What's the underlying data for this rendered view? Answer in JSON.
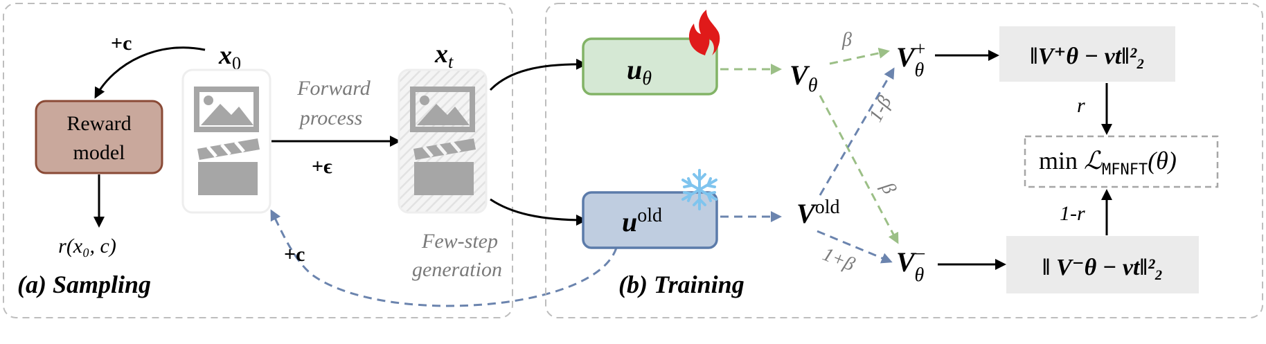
{
  "palette": {
    "panel_border": "#bdbdbd",
    "reward_fill": "#c9a89c",
    "reward_border": "#8a4a36",
    "green_fill": "#d5e8d4",
    "green_border": "#82b366",
    "blue_fill": "#bfcde0",
    "blue_border": "#5b7baa",
    "green_dashed": "#9bbf86",
    "blue_dashed": "#6b84ae",
    "loss_box": "#ebebeb",
    "gray_icon": "#a6a6a6",
    "gray_text": "#7a7a7a",
    "fire": "#e01a1a",
    "snow": "#7fc4ee"
  },
  "sampling": {
    "panel_label_a": "(a)",
    "panel_label_b": "Sampling",
    "reward_line1": "Reward",
    "reward_line2": "model",
    "x0_main": "x",
    "x0_sub": "0",
    "xt_main": "x",
    "xt_sub": "t",
    "plus_c_top": "+c",
    "forward_line1": "Forward",
    "forward_line2": "process",
    "plus_eps": "+ϵ",
    "fewstep_line1": "Few-step",
    "fewstep_line2": "generation",
    "plus_c_bottom": "+c",
    "reward_output": "r(x₀, c)"
  },
  "training": {
    "panel_label_a": "(b)",
    "panel_label_b": "Training",
    "u_theta_main": "u",
    "u_theta_sub": "θ",
    "u_old_main": "u",
    "u_old_sup": "old",
    "v_theta_main": "V",
    "v_theta_sub": "θ",
    "v_old_main": "V",
    "v_old_sup": "old",
    "v_plus_main": "V",
    "v_plus_sup": "+",
    "v_plus_sub": "θ",
    "v_minus_main": "V",
    "v_minus_sup": "−",
    "v_minus_sub": "θ",
    "beta_top": "β",
    "one_minus_beta": "1-β",
    "beta_mid": "β",
    "one_plus_beta": "1+β",
    "loss_top": "‖V⁺θ − vt‖²₂",
    "loss_bottom": "‖ V⁻θ − vt‖²₂",
    "r_label": "r",
    "one_minus_r": "1-r",
    "objective_prefix": "min ",
    "objective_L": "ℒ",
    "objective_sub": "MFNFT",
    "objective_arg": "(θ)"
  }
}
